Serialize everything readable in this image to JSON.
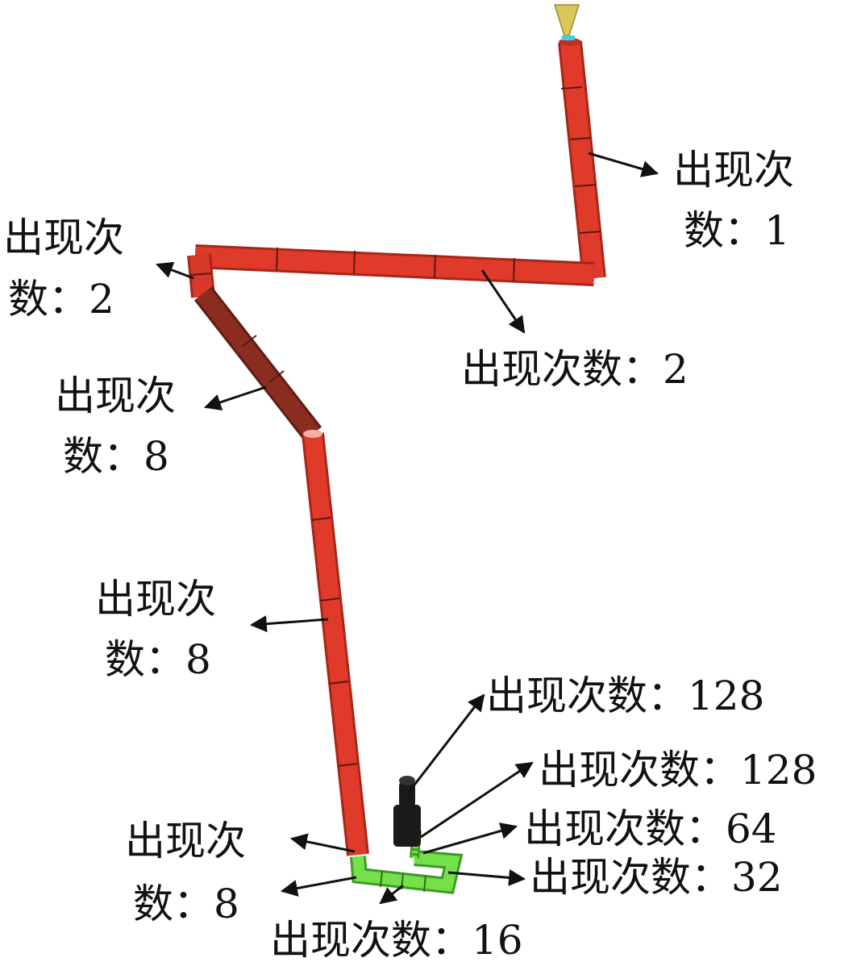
{
  "labels": {
    "l1_line1": "出现次",
    "l1_line2": "数：1",
    "l2_line1": "出现次",
    "l2_line2": "数：2",
    "l3": "出现次数：2",
    "l4_line1": "出现次",
    "l4_line2": "数：8",
    "l5_line1": "出现次",
    "l5_line2": "数：8",
    "l6": "出现次数：128",
    "l7": "出现次数：128",
    "l8": "出现次数：64",
    "l9": "出现次数：32",
    "l10_line1": "出现次",
    "l10_line2": "数：8",
    "l11": "出现次数：16"
  },
  "colors": {
    "pipe_red": "#e03a2a",
    "pipe_red_dark": "#a82618",
    "pipe_red_shade": "#7a2a22",
    "pipe_green": "#74e04a",
    "pipe_green_dark": "#3f9a26",
    "valve_black": "#1a1a1a",
    "nozzle_yellow": "#d8c85a",
    "arrow": "#111111"
  }
}
